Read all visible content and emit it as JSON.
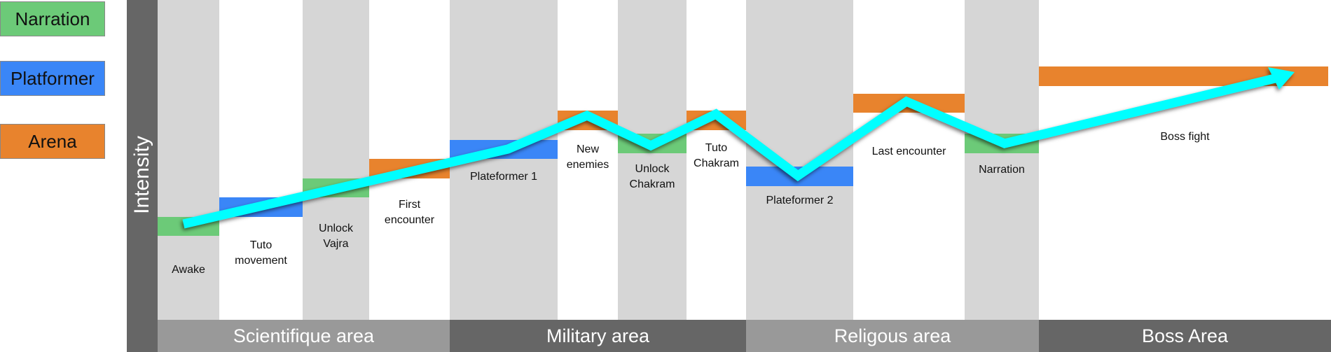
{
  "legend": [
    {
      "label": "Narration",
      "color": "#6cca78"
    },
    {
      "label": "Platformer",
      "color": "#3a86f7"
    },
    {
      "label": "Arena",
      "color": "#e8832d"
    }
  ],
  "axis_label": "Intensity",
  "segments": [
    {
      "label": "Awake",
      "type": "Narration",
      "intensity": 0
    },
    {
      "label": "Tuto\nmovement",
      "type": "Platformer",
      "intensity": 1
    },
    {
      "label": "Unlock\nVajra",
      "type": "Narration",
      "intensity": 2
    },
    {
      "label": "First\nencounter",
      "type": "Arena",
      "intensity": 3
    },
    {
      "label": "Plateformer 1",
      "type": "Platformer",
      "intensity": 4
    },
    {
      "label": "New\nenemies",
      "type": "Arena",
      "intensity": 5.5
    },
    {
      "label": "Unlock\nChakram",
      "type": "Narration",
      "intensity": 4.3
    },
    {
      "label": "Tuto\nChakram",
      "type": "Arena",
      "intensity": 5.5
    },
    {
      "label": "Plateformer 2",
      "type": "Platformer",
      "intensity": 2.6
    },
    {
      "label": "Last encounter",
      "type": "Arena",
      "intensity": 6.4
    },
    {
      "label": "Narration",
      "type": "Narration",
      "intensity": 4.3
    },
    {
      "label": "Boss fight",
      "type": "Arena",
      "intensity": 7.8
    }
  ],
  "areas": [
    {
      "label": "Scientifique area"
    },
    {
      "label": "Military area"
    },
    {
      "label": "Religous area"
    },
    {
      "label": "Boss Area"
    }
  ],
  "colors": {
    "trend_line": "#00ffff",
    "column_gray": "#d6d6d6",
    "area_light": "#999999",
    "area_dark": "#666666"
  }
}
